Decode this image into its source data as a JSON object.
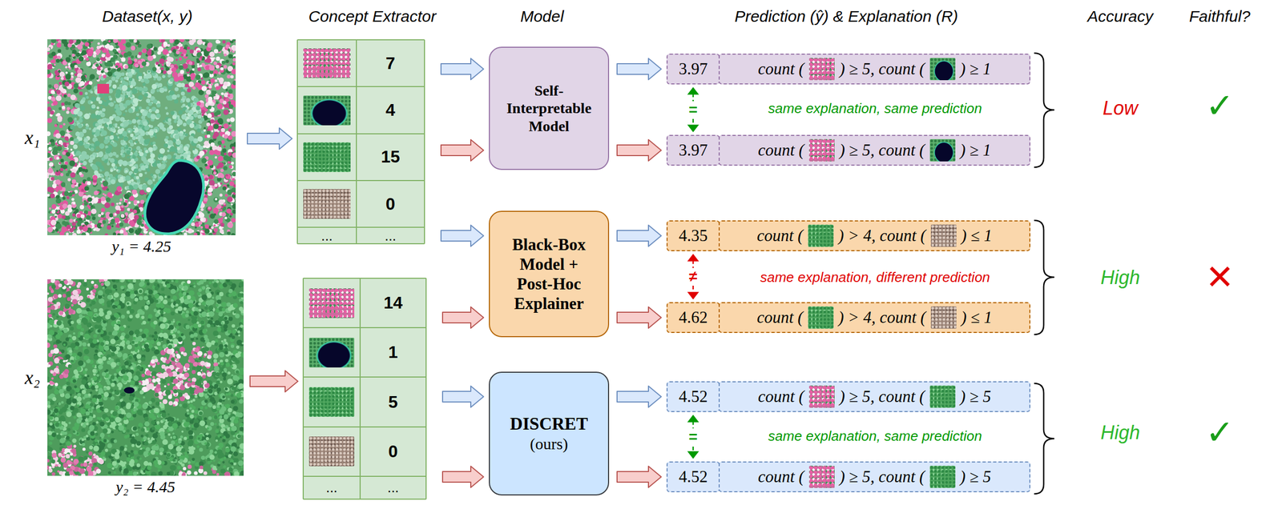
{
  "diagram": {
    "nodes": [
      {
        "text": [
          "x₁",
          "y₁ = 4.25"
        ]
      },
      {
        "text": [
          "7",
          "4",
          "15",
          "0",
          "...",
          "..."
        ]
      },
      {
        "text": [
          "x₂",
          "y₂ = 4.45"
        ]
      },
      {
        "text": [
          "14",
          "1",
          "5",
          "0",
          "...",
          "..."
        ]
      },
      {
        "text": [
          "Self- Interpretable Model"
        ]
      },
      {
        "text": [
          "Black-Box Model + Post-Hoc Explainer"
        ]
      },
      {
        "text": [
          "DISCRET",
          "(ours)"
        ]
      },
      {
        "text": [
          "3.97"
        ]
      },
      {
        "text": [
          "count (",
          ") ≥ 5, count (",
          ") ≥ 1"
        ]
      },
      {
        "text": [
          "3.97"
        ]
      },
      {
        "text": [
          "count (",
          ") ≥ 5, count (",
          ") ≥ 1"
        ]
      },
      {
        "text": [
          "4.35"
        ]
      },
      {
        "text": [
          "count (",
          ") > 4, count (",
          ") ≤ 1"
        ]
      },
      {
        "text": [
          "4.62"
        ]
      },
      {
        "text": [
          "count (",
          ") > 4, count (",
          ") ≤ 1"
        ]
      },
      {
        "text": [
          "4.52"
        ]
      },
      {
        "text": [
          "count (",
          ") ≥ 5, count (",
          ") ≥ 5"
        ]
      },
      {
        "text": [
          "4.52"
        ]
      },
      {
        "text": [
          "count (",
          ") ≥ 5, count (",
          ") ≥ 5"
        ]
      }
    ],
    "edges": [
      {
        "from": 0,
        "to": 1,
        "arrow": "to"
      },
      {
        "from": 2,
        "to": 3,
        "arrow": "to"
      },
      {
        "from": 1,
        "to": 4,
        "arrow": "to"
      },
      {
        "from": 1,
        "to": 4,
        "arrow": "to"
      },
      {
        "from": 1,
        "to": 5,
        "arrow": "to"
      },
      {
        "from": 3,
        "to": 5,
        "arrow": "to"
      },
      {
        "from": 3,
        "to": 6,
        "arrow": "to"
      },
      {
        "from": 3,
        "to": 6,
        "arrow": "to"
      },
      {
        "from": 4,
        "to": 7,
        "arrow": "to"
      },
      {
        "from": 4,
        "to": 9,
        "arrow": "to"
      },
      {
        "from": 5,
        "to": 11,
        "arrow": "to"
      },
      {
        "from": 5,
        "to": 13,
        "arrow": "to"
      },
      {
        "from": 6,
        "to": 15,
        "arrow": "to"
      },
      {
        "from": 6,
        "to": 17,
        "arrow": "to"
      },
      {
        "from": 7,
        "to": 9,
        "arrow": "both",
        "label": "="
      },
      {
        "from": 11,
        "to": 13,
        "arrow": "both",
        "label": "≠"
      },
      {
        "from": 15,
        "to": 17,
        "arrow": "both",
        "label": "="
      }
    ],
    "labels": [
      "Dataset(x, y)",
      "Concept Extractor",
      "Model",
      "Prediction (ŷ) & Explanation (R)",
      "Accuracy",
      "Faithful?",
      "same explanation, same prediction",
      "same explanation, different prediction",
      "same explanation, same prediction",
      "Low",
      "High",
      "High",
      "✓",
      "✕",
      "✓"
    ]
  }
}
